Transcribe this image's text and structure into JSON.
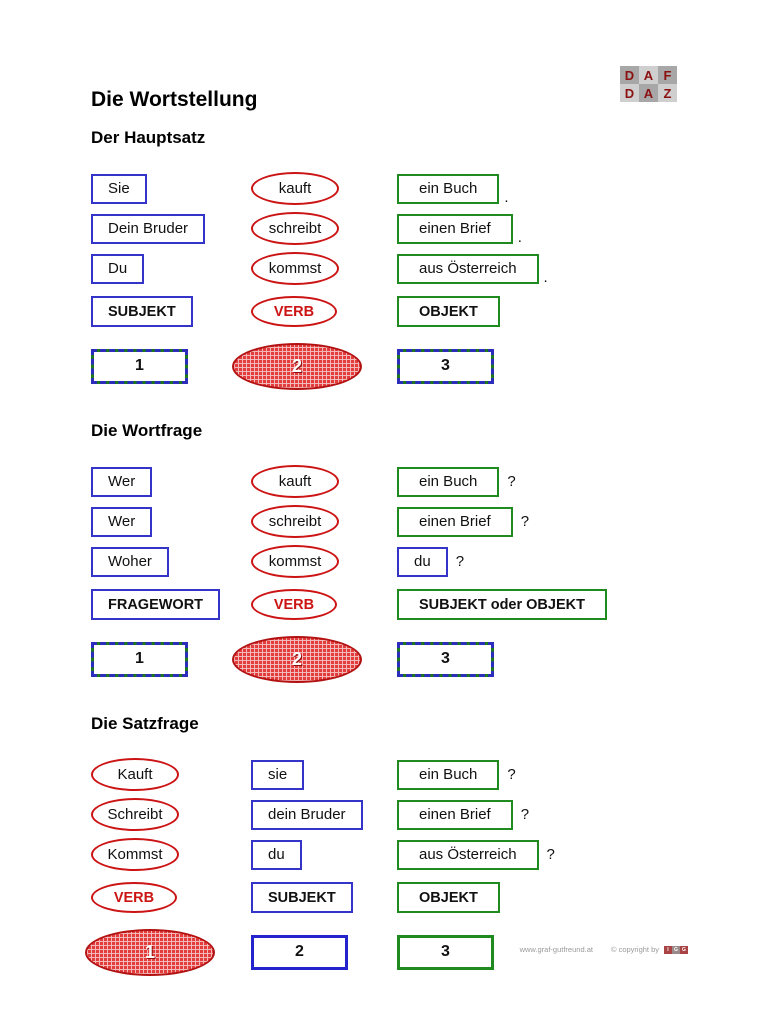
{
  "logo": {
    "rows": [
      [
        "D",
        "A",
        "F"
      ],
      [
        "D",
        "A",
        "Z"
      ]
    ]
  },
  "title": "Die Wortstellung",
  "colors": {
    "subject_blue": "#3434c8",
    "verb_red": "#cc1414",
    "object_green": "#1f8b1f",
    "filled_oval_red": "#e23c3c"
  },
  "sections": [
    {
      "heading": "Der Hauptsatz",
      "rows": [
        {
          "c1": "Sie",
          "c2": "kauft",
          "c3": "ein Buch",
          "punct": "."
        },
        {
          "c1": "Dein Bruder",
          "c2": "schreibt",
          "c3": "einen Brief",
          "punct": "."
        },
        {
          "c1": "Du",
          "c2": "kommst",
          "c3": "aus Österreich",
          "punct": "."
        }
      ],
      "labels": {
        "l1": "SUBJEKT",
        "l2": "VERB",
        "l3": "OBJEKT"
      },
      "numbers": {
        "n1": "1",
        "n2": "2",
        "n3": "3"
      }
    },
    {
      "heading": "Die Wortfrage",
      "rows": [
        {
          "c1": "Wer",
          "c2": "kauft",
          "c3": "ein Buch",
          "punct": "?"
        },
        {
          "c1": "Wer",
          "c2": "schreibt",
          "c3": "einen Brief",
          "punct": "?"
        },
        {
          "c1": "Woher",
          "c2": "kommst",
          "c3": "du",
          "punct": "?"
        }
      ],
      "labels": {
        "l1": "FRAGEWORT",
        "l2": "VERB",
        "l3": "SUBJEKT oder OBJEKT"
      },
      "numbers": {
        "n1": "1",
        "n2": "2",
        "n3": "3"
      }
    },
    {
      "heading": "Die Satzfrage",
      "rows": [
        {
          "c1": "Kauft",
          "c2": "sie",
          "c3": "ein Buch",
          "punct": "?"
        },
        {
          "c1": "Schreibt",
          "c2": "dein Bruder",
          "c3": "einen Brief",
          "punct": "?"
        },
        {
          "c1": "Kommst",
          "c2": "du",
          "c3": "aus Österreich",
          "punct": "?"
        }
      ],
      "labels": {
        "l1": "VERB",
        "l2": "SUBJEKT",
        "l3": "OBJEKT"
      },
      "numbers": {
        "n1": "1",
        "n2": "2",
        "n3": "3"
      }
    }
  ],
  "footer": {
    "url": "www.graf-gutfreund.at",
    "copyright": "© copyright by",
    "logo_letters": [
      "I",
      "G",
      "G"
    ]
  }
}
